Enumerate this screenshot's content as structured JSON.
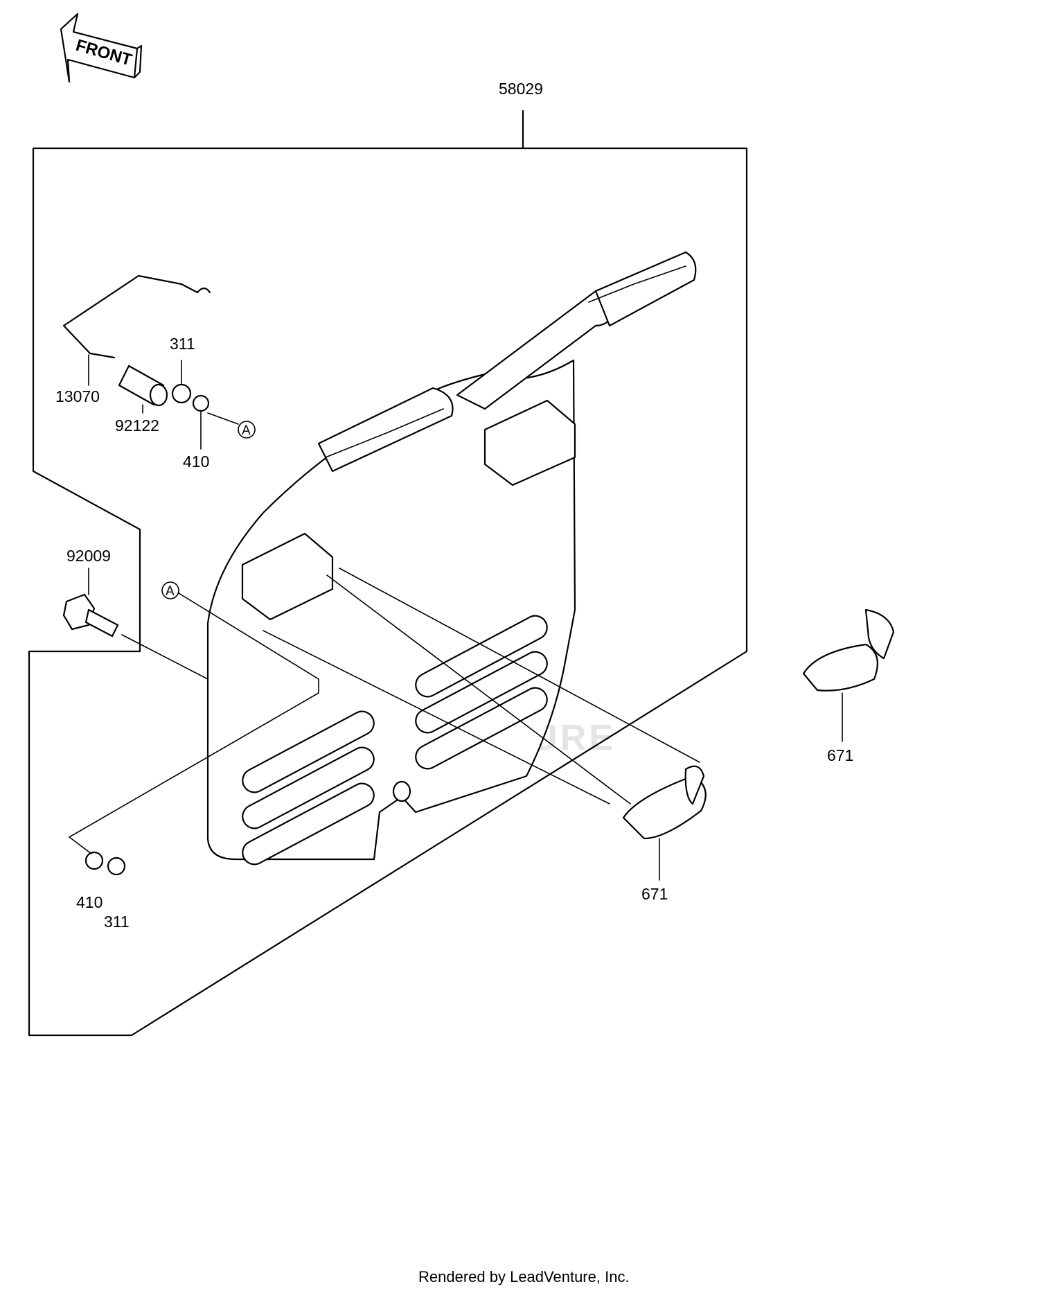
{
  "direction_tag": "FRONT",
  "parts": [
    {
      "id": "p58029",
      "number": "58029"
    },
    {
      "id": "p13070",
      "number": "13070"
    },
    {
      "id": "p311a",
      "number": "311"
    },
    {
      "id": "p92122",
      "number": "92122"
    },
    {
      "id": "p410a",
      "number": "410"
    },
    {
      "id": "p92009",
      "number": "92009"
    },
    {
      "id": "p410b",
      "number": "410"
    },
    {
      "id": "p311b",
      "number": "311"
    },
    {
      "id": "p671a",
      "number": "671"
    },
    {
      "id": "p671b",
      "number": "671"
    }
  ],
  "callouts": {
    "ref_a_1": "A",
    "ref_a_2": "A"
  },
  "watermark": "LEADVENTURE",
  "footer": "Rendered by LeadVenture, Inc."
}
